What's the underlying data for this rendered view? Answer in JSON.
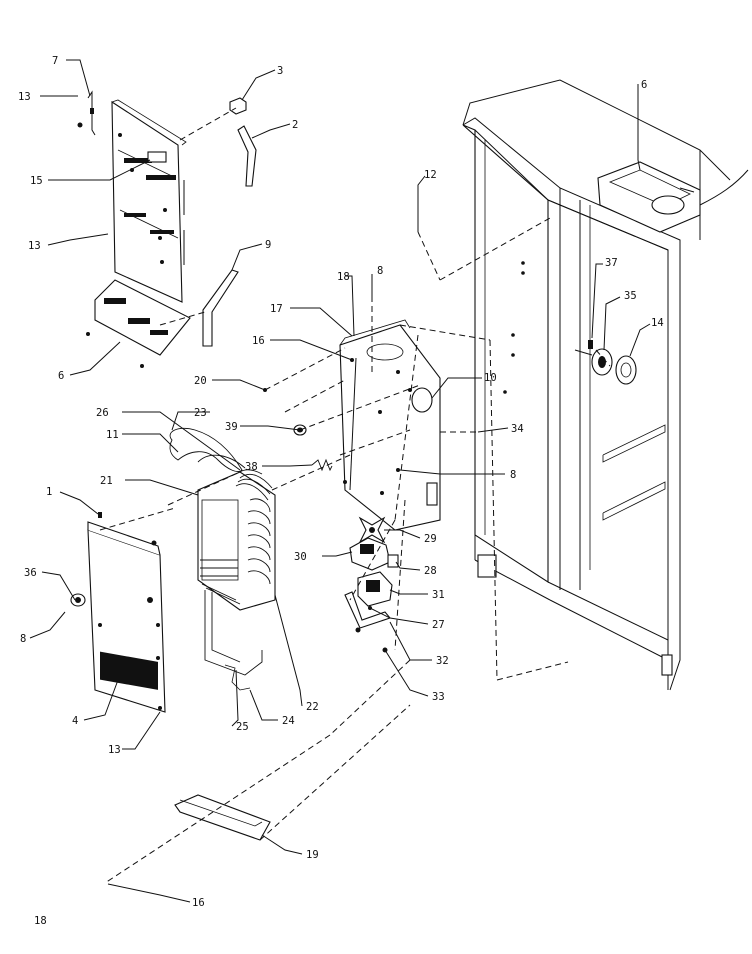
{
  "page_number": "18",
  "callouts": {
    "c7": "7",
    "c3": "3",
    "c13a": "13",
    "c2": "2",
    "c15": "15",
    "c13b": "13",
    "c9": "9",
    "c6a": "6",
    "c6b": "6",
    "c12": "12",
    "c18": "18",
    "c8a": "8",
    "c17": "17",
    "c16a": "16",
    "c20": "20",
    "c37": "37",
    "c35": "35",
    "c14": "14",
    "c10": "10",
    "c26": "26",
    "c23": "23",
    "c39": "39",
    "c34": "34",
    "c11": "11",
    "c38": "38",
    "c8b": "8",
    "c21": "21",
    "c1": "1",
    "c29": "29",
    "c30": "30",
    "c28": "28",
    "c36": "36",
    "c31": "31",
    "c8c": "8",
    "c27": "27",
    "c32": "32",
    "c4": "4",
    "c25": "25",
    "c24": "24",
    "c22": "22",
    "c33": "33",
    "c13c": "13",
    "c19": "19",
    "c16b": "16"
  }
}
